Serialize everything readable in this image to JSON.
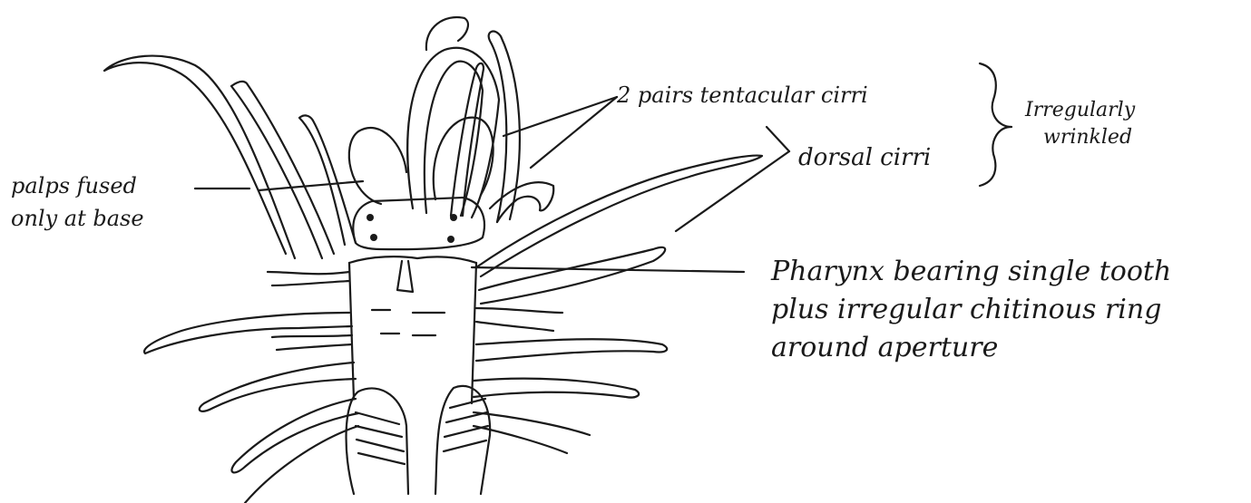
{
  "labels": {
    "tentacular": "2 pairs tentacular cirri",
    "dorsal": "dorsal cirri",
    "irregular_line1": "Irregularly",
    "irregular_line2": "wrinkled",
    "palps_line1": "palps fused",
    "palps_line2": "only at base",
    "pharynx_line1": "Pharynx bearing single tooth",
    "pharynx_line2": "plus irregular chitinous ring",
    "pharynx_line3": "around aperture"
  },
  "colors": {
    "ink": "#1a1a1a",
    "paper": "#ffffff"
  }
}
